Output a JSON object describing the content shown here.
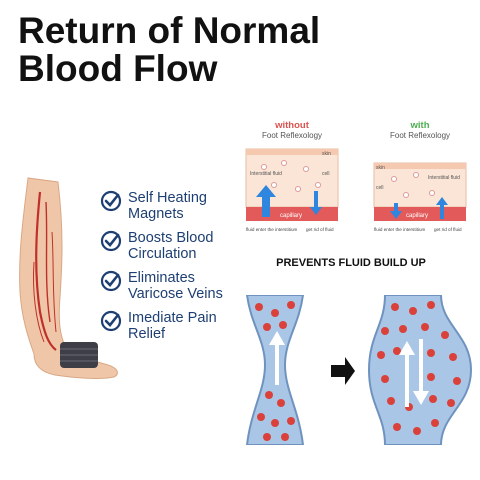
{
  "title": {
    "line1": "Return of Normal",
    "line2": "Blood Flow"
  },
  "benefits": [
    {
      "line1": "Self Heating",
      "line2": "Magnets"
    },
    {
      "line1": "Boosts Blood",
      "line2": "Circulation"
    },
    {
      "line1": "Eliminates",
      "line2": "Varicose Veins"
    },
    {
      "line1": "Imediate Pain",
      "line2": "Relief"
    }
  ],
  "without_panel": {
    "heading": "without",
    "subheading": "Foot Reflexology",
    "skin": "skin",
    "interstitial": "Interstitial fluid",
    "cell": "cell",
    "capillary": "capillary",
    "left_caption": "fluid enter the interstitium",
    "right_caption": "get rid of fluid",
    "heading_color": "#d9534f"
  },
  "with_panel": {
    "heading": "with",
    "subheading": "Foot Reflexology",
    "skin": "skin",
    "interstitial": "Interstitial fluid",
    "cell": "cell",
    "capillary": "capillary",
    "left_caption": "fluid enter the interstitium",
    "right_caption": "get rid of fluid",
    "heading_color": "#4caf50"
  },
  "prevents": "PREVENTS FLUID BUILD UP",
  "colors": {
    "check": "#1e3f73",
    "text": "#1e3f73",
    "vein": "#8fb1d6",
    "dot": "#d9413a"
  }
}
